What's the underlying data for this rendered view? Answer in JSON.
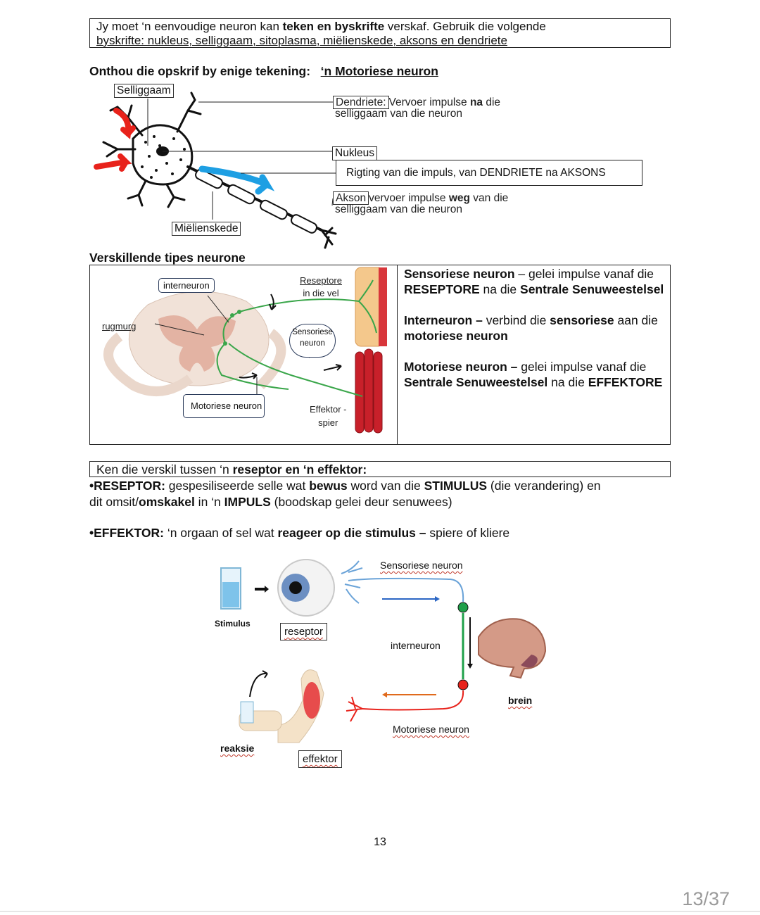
{
  "intro": {
    "line1_a": "Jy moet ‘n eenvoudige neuron kan ",
    "line1_b": "teken en byskrifte",
    "line1_c": " verskaf. Gebruik die volgende",
    "line2": "byskrifte: nukleus, selliggaam, sitoplasma, miëlienskede, aksons en dendriete"
  },
  "motor_heading": {
    "prefix": "Onthou die opskrif by enige tekening:",
    "title": "‘n Motoriese neuron"
  },
  "neuron_diagram": {
    "selliggaam": "Selliggaam",
    "dendriete": "Dendriete:",
    "dendriete_note_a": "Vervoer impulse ",
    "dendriete_note_b": "na",
    "dendriete_note_c": " die",
    "dendriete_note_2": "selliggaam van die neuron",
    "nukleus": "Nukleus",
    "rigting": "Rigting van die impuls, van DENDRIETE na AKSONS",
    "akson": "Akson",
    "akson_note_a": "vervoer impulse ",
    "akson_note_b": "weg",
    "akson_note_c": " van die",
    "akson_note_2": "selliggaam van die neuron",
    "mielienskede": "Miëlienskede",
    "colors": {
      "arrow_in": "#e8221b",
      "arrow_dir": "#1e9fe3"
    }
  },
  "types": {
    "heading": "Verskillende tipes neurone",
    "diagram": {
      "interneuron": "interneuron",
      "reseptore_1": "Reseptore",
      "reseptore_2": "in die vel",
      "rugmurg": "rugmurg",
      "sensoriese_1": "Sensoriese",
      "sensoriese_2": "neuron",
      "motoriese": "Motoriese neuron",
      "effektor_1": "Effektor -",
      "effektor_2": "spier"
    },
    "sensory": {
      "t1": "Sensoriese neuron",
      "t2": " – gelei impulse vanaf die ",
      "t3": "RESEPTORE",
      "t4": " na die ",
      "t5": "Sentrale Senuweestelsel"
    },
    "inter": {
      "t1": "Interneuron –",
      "t2": " verbind die ",
      "t3": "sensoriese",
      "t4": " aan die ",
      "t5": "motoriese neuron"
    },
    "motor": {
      "t1": "Motoriese neuron –",
      "t2": " gelei impulse vanaf die ",
      "t3": "Sentrale Senuweestelsel",
      "t4": " na die ",
      "t5": "EFFEKTORE"
    }
  },
  "difference": {
    "head_a": "Ken die verskil tussen ‘n ",
    "head_b": "reseptor en ‘n effektor:",
    "res_a": "•RESEPTOR:",
    "res_b": "  gespesiliseerde selle wat ",
    "res_c": "bewus",
    "res_d": " word van die ",
    "res_e": "STIMULUS",
    "res_f": " (die verandering) en",
    "res_g": "dit omsit/",
    "res_h": "omskakel",
    "res_i": " in ‘n ",
    "res_j": "IMPULS",
    "res_k": " (boodskap gelei deur senuwees)",
    "eff_a": "•EFFEKTOR:",
    "eff_b": "  ‘n orgaan of sel wat ",
    "eff_c": "reageer op die stimulus –",
    "eff_d": " spiere of kliere"
  },
  "reflex_diagram": {
    "stimulus": "Stimulus",
    "reseptor": "reseptor",
    "sensoriese": "Sensoriese neuron",
    "interneuron": "interneuron",
    "brein": "brein",
    "motoriese": "Motoriese neuron",
    "reaksie": "reaksie",
    "effektor": "effektor"
  },
  "page_number": "13",
  "page_counter": "13/37"
}
